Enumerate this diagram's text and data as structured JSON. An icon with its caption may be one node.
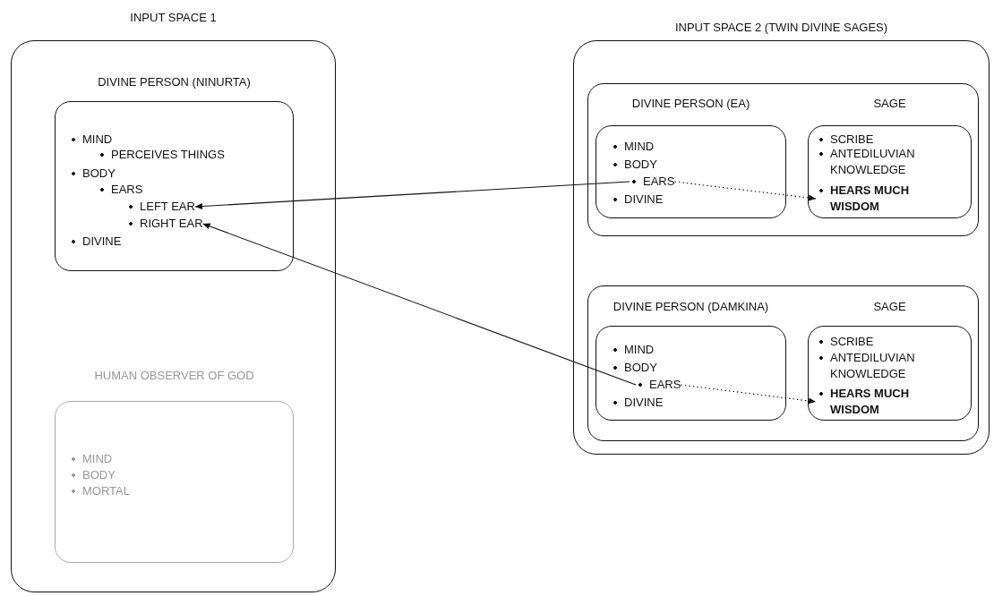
{
  "diagram": {
    "nodes": [
      {
        "text": [
          "INPUT SPACE 1"
        ]
      },
      {
        "text": [
          "DIVINE PERSON (NINURTA)"
        ],
        "in": 0
      },
      {
        "text": [
          "MIND"
        ],
        "in": 1
      },
      {
        "text": [
          "PERCEIVES THINGS"
        ],
        "in": 1
      },
      {
        "text": [
          "BODY"
        ],
        "in": 1
      },
      {
        "text": [
          "EARS"
        ],
        "in": 1
      },
      {
        "text": [
          "LEFT EAR"
        ],
        "in": 1
      },
      {
        "text": [
          "RIGHT EAR"
        ],
        "in": 1
      },
      {
        "text": [
          "DIVINE"
        ],
        "in": 1
      },
      {
        "text": [
          "HUMAN OBSERVER OF GOD",
          "MIND",
          "BODY",
          "MORTAL"
        ],
        "in": 0
      },
      {
        "text": [
          "INPUT SPACE 2 (TWIN DIVINE SAGES)"
        ]
      },
      {
        "text": [],
        "shape": "box",
        "in": 10
      },
      {
        "text": [
          "DIVINE PERSON (EA)"
        ],
        "in": 11
      },
      {
        "text": [
          "MIND"
        ],
        "in": 12
      },
      {
        "text": [
          "BODY"
        ],
        "in": 12
      },
      {
        "text": [
          "EARS"
        ],
        "in": 12
      },
      {
        "text": [
          "DIVINE"
        ],
        "in": 12
      },
      {
        "text": [
          "SAGE"
        ],
        "in": 11
      },
      {
        "text": [
          "SCRIBE"
        ],
        "in": 17
      },
      {
        "text": [
          "ANTEDILUVIAN KNOWLEDGE"
        ],
        "in": 17
      },
      {
        "text": [
          "HEARS MUCH WISDOM"
        ],
        "in": 17
      },
      {
        "text": [],
        "shape": "box",
        "in": 10
      },
      {
        "text": [
          "DIVINE PERSON (DAMKINA)"
        ],
        "in": 21
      },
      {
        "text": [
          "MIND"
        ],
        "in": 22
      },
      {
        "text": [
          "BODY"
        ],
        "in": 22
      },
      {
        "text": [
          "EARS"
        ],
        "in": 22
      },
      {
        "text": [
          "DIVINE"
        ],
        "in": 22
      },
      {
        "text": [
          "SAGE"
        ],
        "in": 21
      },
      {
        "text": [
          "SCRIBE"
        ],
        "in": 27
      },
      {
        "text": [
          "ANTEDILUVIAN KNOWLEDGE"
        ],
        "in": 27
      },
      {
        "text": [
          "HEARS MUCH WISDOM"
        ],
        "in": 27
      }
    ],
    "edges": [
      {
        "from": 15,
        "to": 6,
        "arrow": "to"
      },
      {
        "from": 15,
        "to": 20,
        "arrow": "to",
        "style": "dashed"
      },
      {
        "from": 25,
        "to": 7,
        "arrow": "to"
      },
      {
        "from": 25,
        "to": 30,
        "arrow": "to",
        "style": "dashed"
      }
    ]
  }
}
